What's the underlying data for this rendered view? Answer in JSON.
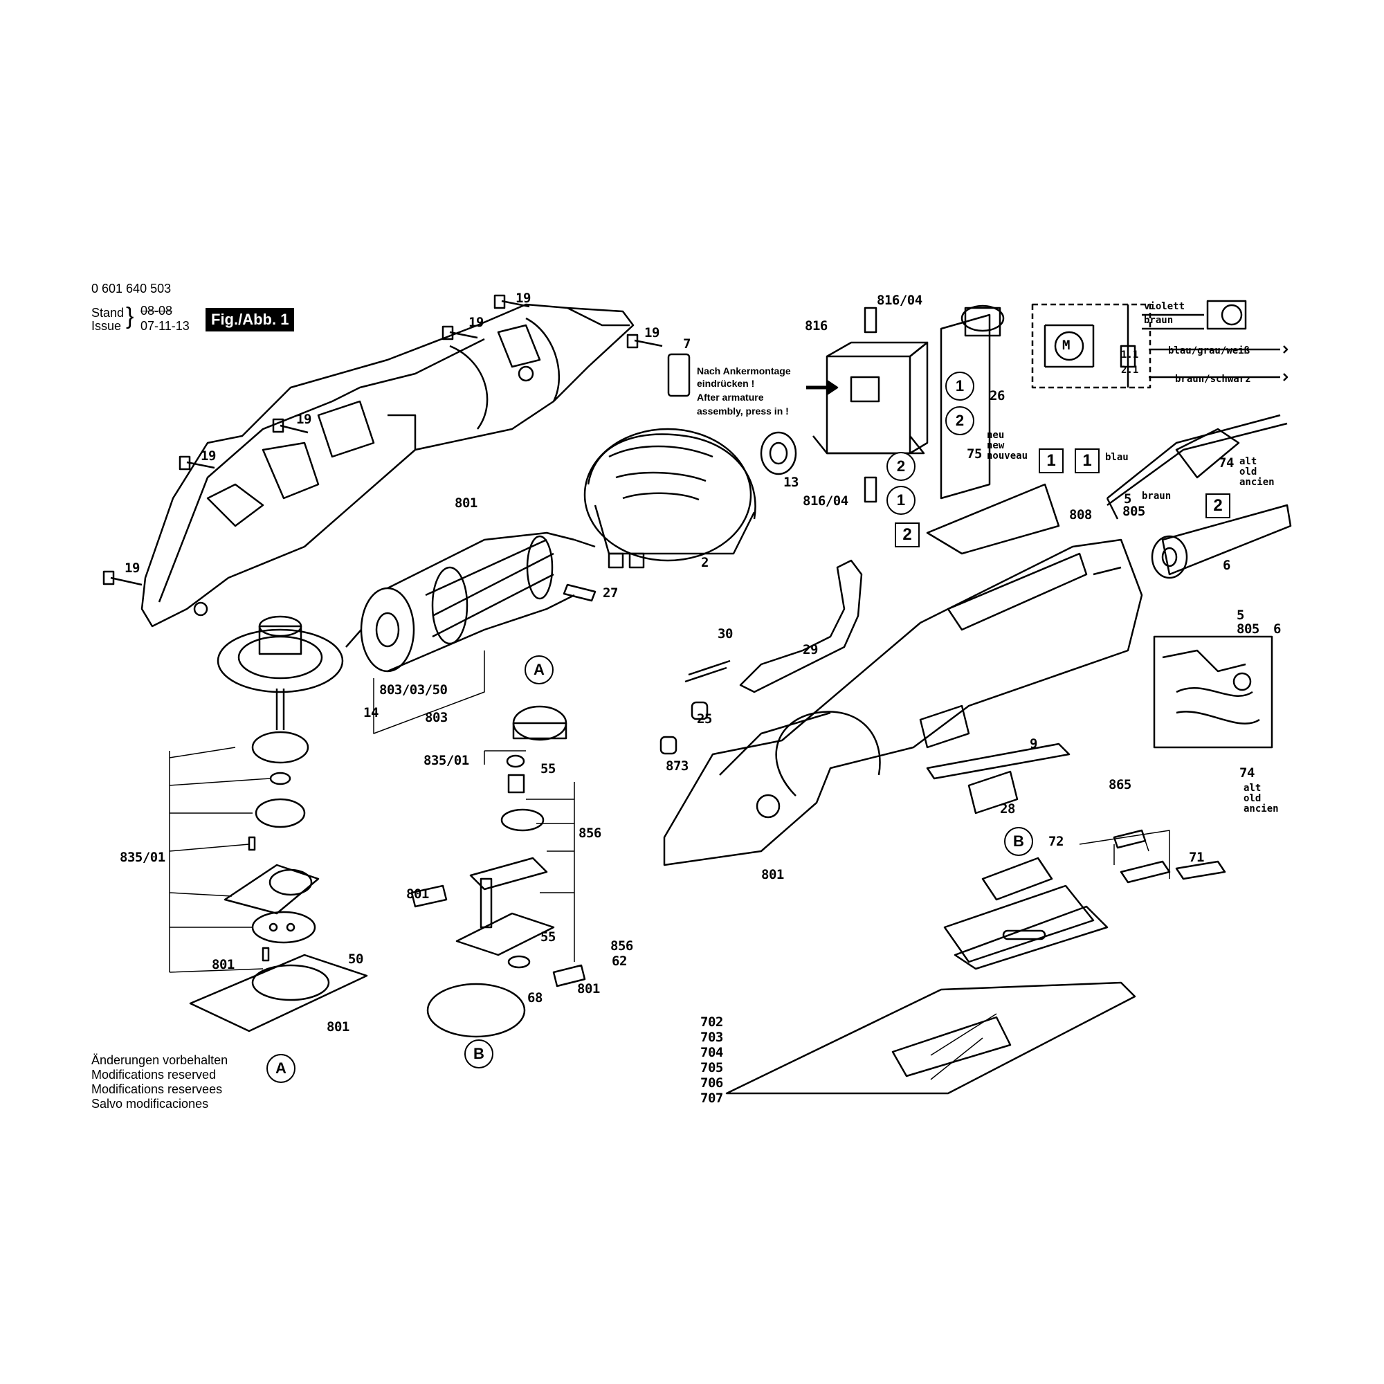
{
  "header": {
    "drawing_number": "0 601 640 503",
    "stand_label": "Stand",
    "issue_label": "Issue",
    "stand_date_struck": "08-08",
    "issue_date": "07-11-13",
    "figure_label": "Fig./Abb. 1"
  },
  "notes": {
    "armature_de_1": "Nach Ankermontage",
    "armature_de_2": "eindrücken !",
    "armature_en_1": "After armature",
    "armature_en_2": "assembly, press in !",
    "new_de": "neu",
    "new_en": "new",
    "new_fr": "nouveau",
    "old_de": "alt",
    "old_en": "old",
    "old_fr": "ancien"
  },
  "wiring": {
    "motor": "M",
    "violett": "violett",
    "braun": "braun",
    "blau_grau_weiss": "blau/grau/weiß",
    "braun_schwarz": "braun/schwarz",
    "pos_1_1": "1.1",
    "pos_2_1": "2.1",
    "blau": "blau",
    "braun_lower": "braun"
  },
  "markers": {
    "A": "A",
    "B": "B",
    "one": "1",
    "two": "2"
  },
  "parts": {
    "p19": "19",
    "p7": "7",
    "p801": "801",
    "p2": "2",
    "p27": "27",
    "p13": "13",
    "p816": "816",
    "p816_04": "816/04",
    "p26": "26",
    "p75": "75",
    "p74": "74",
    "p5": "5",
    "p805": "805",
    "p808": "808",
    "p6": "6",
    "p30": "30",
    "p29": "29",
    "p14": "14",
    "p803_03_50": "803/03/50",
    "p803": "803",
    "p835_01": "835/01",
    "p55": "55",
    "p856": "856",
    "p62": "62",
    "p68": "68",
    "p50": "50",
    "p25": "25",
    "p873": "873",
    "p9": "9",
    "p28": "28",
    "p865": "865",
    "p72": "72",
    "p71": "71",
    "p702": "702",
    "p703": "703",
    "p704": "704",
    "p705": "705",
    "p706": "706",
    "p707": "707"
  },
  "footer": {
    "de": "Änderungen vorbehalten",
    "en": "Modifications reserved",
    "fr": "Modifications reservees",
    "es": "Salvo modificaciones"
  }
}
